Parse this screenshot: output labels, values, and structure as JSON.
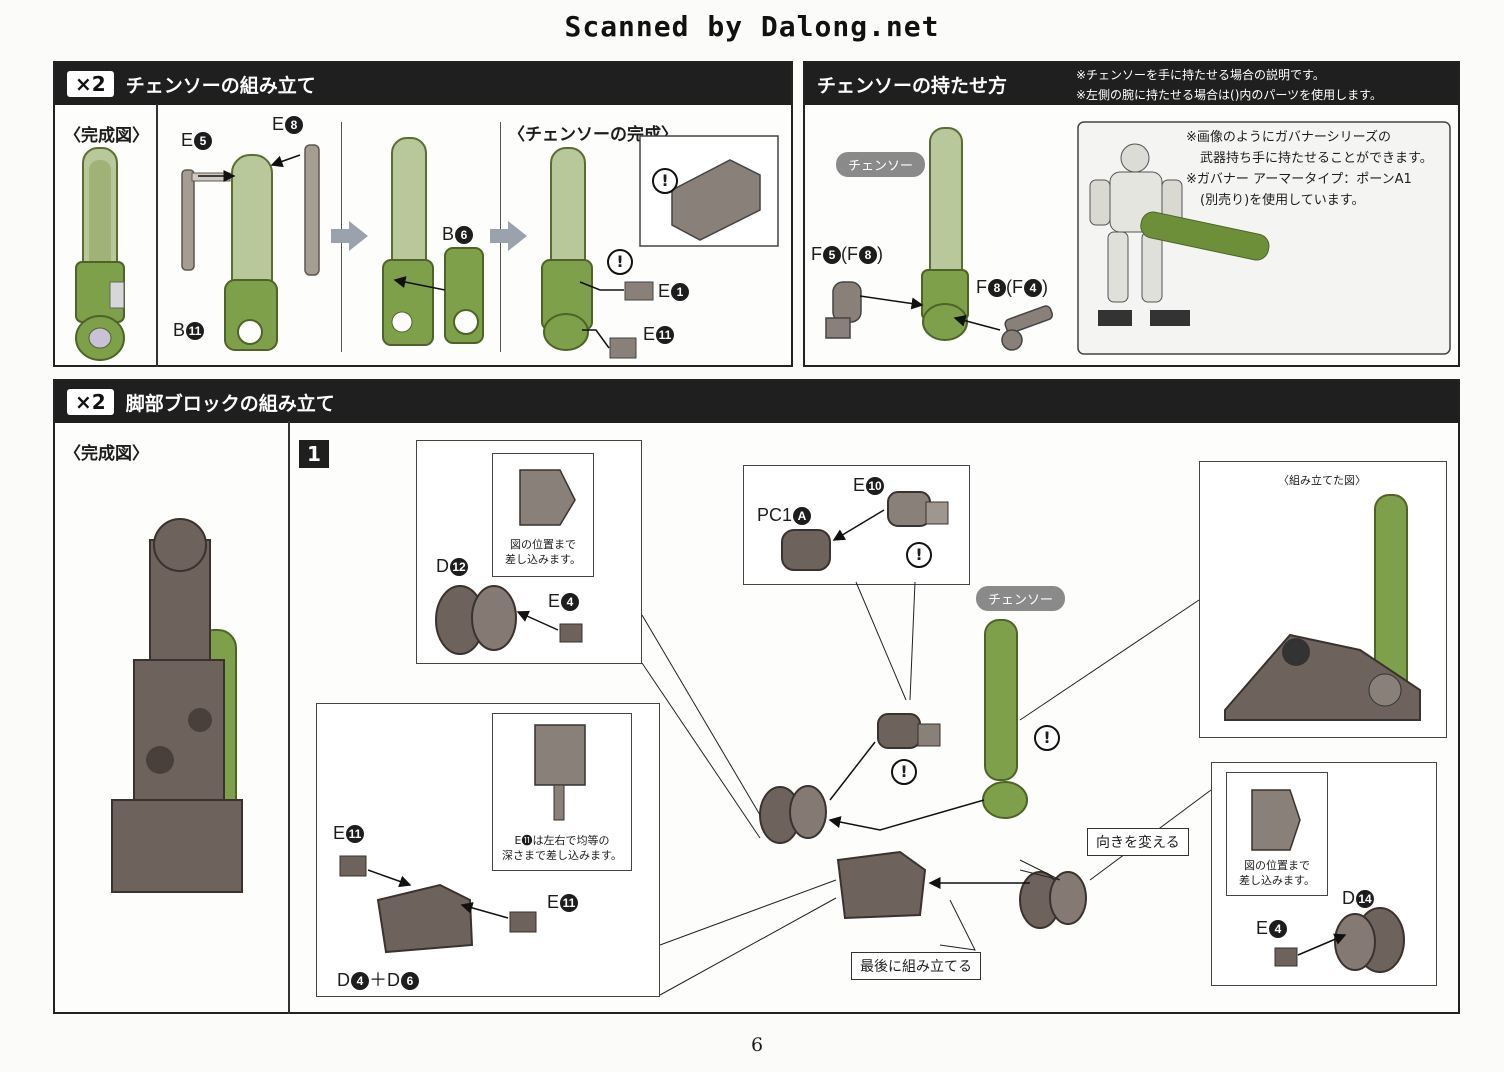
{
  "header": {
    "scanned": "Scanned by Dalong.net"
  },
  "chainsaw_assembly": {
    "mult": "×2",
    "title": "チェンソーの組み立て",
    "complete_label": "〈完成図〉",
    "chainsaw_complete_label": "〈チェンソーの完成〉",
    "parts": {
      "e5": "E",
      "e5n": "5",
      "e8": "E",
      "e8n": "8",
      "b11": "B",
      "b11n": "11",
      "b6": "B",
      "b6n": "6",
      "e1": "E",
      "e1n": "1",
      "e11": "E",
      "e11n": "11"
    }
  },
  "chainsaw_holding": {
    "title": "チェンソーの持たせ方",
    "note1": "※チェンソーを手に持たせる場合の説明です。",
    "note2": "※左側の腕に持たせる場合は()内のパーツを使用します。",
    "chainsaw_pill": "チェンソー",
    "f5": "F",
    "f5n": "5",
    "f5alt": "(F",
    "f5altn": "8",
    "f5close": ")",
    "f8": "F",
    "f8n": "8",
    "f8alt": "(F",
    "f8altn": "4",
    "f8close": ")",
    "photo_note1": "※画像のようにガバナーシリーズの",
    "photo_note2": "武器持ち手に持たせることができます。",
    "photo_note3": "※ガバナー アーマータイプ：ポーンA1",
    "photo_note4": "(別売り)を使用しています。"
  },
  "leg_block": {
    "mult": "×2",
    "title": "脚部ブロックの組み立て",
    "complete_label": "〈完成図〉",
    "step": "1",
    "insert_note_a1": "図の位置まで",
    "insert_note_a2": "差し込みます。",
    "d12": "D",
    "d12n": "12",
    "e4": "E",
    "e4n": "4",
    "pc1": "PC1",
    "pc1n": "A",
    "e10": "E",
    "e10n": "10",
    "chainsaw_pill": "チェンソー",
    "assembled_label": "〈組み立てた図〉",
    "e11a": "E",
    "e11an": "11",
    "e11b": "E",
    "e11bn": "11",
    "e11_note1": "E⓫は左右で均等の",
    "e11_note2": "深さまで差し込みます。",
    "d4": "D",
    "d4n": "4",
    "plus": "＋D",
    "d6n": "6",
    "turn_label": "向きを変える",
    "last_label": "最後に組み立てる",
    "insert_note_b1": "図の位置まで",
    "insert_note_b2": "差し込みます。",
    "d14": "D",
    "d14n": "14",
    "e4b": "E",
    "e4bn": "4"
  },
  "footer": {
    "page": "6"
  },
  "colors": {
    "green": "#6e8f3a",
    "brown": "#6e625c",
    "dark": "#1f1f1f"
  }
}
